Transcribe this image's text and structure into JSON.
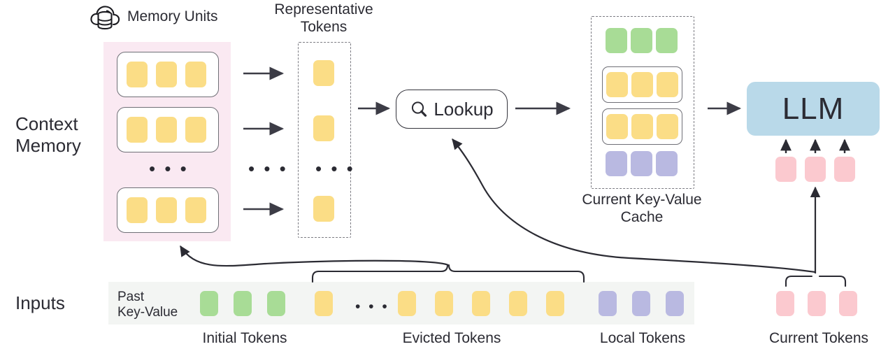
{
  "figure": {
    "title_labels": {
      "memory_units": "Memory Units",
      "representative_tokens": "Representative\nTokens",
      "current_kv_cache": "Current Key-Value\nCache",
      "lookup": "Lookup",
      "llm": "LLM"
    },
    "row_labels": {
      "context_memory": "Context\nMemory",
      "inputs": "Inputs"
    },
    "ellipsis": "• • •",
    "ellipsis_small": "• • •"
  },
  "context_memory": {
    "units": [
      {
        "tokens": [
          "yellow",
          "yellow",
          "yellow"
        ]
      },
      {
        "tokens": [
          "yellow",
          "yellow",
          "yellow"
        ]
      },
      {
        "tokens": [
          "yellow",
          "yellow",
          "yellow"
        ]
      }
    ],
    "unit_count_shown": 3,
    "has_ellipsis_between": true
  },
  "representative_tokens": {
    "tokens": [
      "yellow",
      "yellow",
      "yellow"
    ],
    "has_ellipsis_between": true
  },
  "current_kv_cache": {
    "rows": [
      {
        "kind": "plain",
        "tokens": [
          "green",
          "green",
          "green"
        ]
      },
      {
        "kind": "grouped",
        "tokens": [
          "yellow",
          "yellow",
          "yellow"
        ]
      },
      {
        "kind": "grouped",
        "tokens": [
          "yellow",
          "yellow",
          "yellow"
        ]
      },
      {
        "kind": "plain",
        "tokens": [
          "purple",
          "purple",
          "purple"
        ]
      }
    ]
  },
  "llm_inputs": {
    "tokens": [
      "pink",
      "pink",
      "pink"
    ],
    "arrow_count": 3
  },
  "inputs_row": {
    "past_kv_label": "Past\nKey-Value",
    "sequence": [
      {
        "color": "green",
        "group": "initial"
      },
      {
        "color": "green",
        "group": "initial"
      },
      {
        "color": "green",
        "group": "initial"
      },
      {
        "color": "yellow",
        "group": "evicted"
      },
      {
        "color": "ellipsis",
        "group": "evicted"
      },
      {
        "color": "yellow",
        "group": "evicted"
      },
      {
        "color": "yellow",
        "group": "evicted"
      },
      {
        "color": "yellow",
        "group": "evicted"
      },
      {
        "color": "yellow",
        "group": "evicted"
      },
      {
        "color": "yellow",
        "group": "evicted"
      },
      {
        "color": "purple",
        "group": "local"
      },
      {
        "color": "purple",
        "group": "local"
      },
      {
        "color": "purple",
        "group": "local"
      }
    ],
    "current_tokens": [
      "pink",
      "pink",
      "pink"
    ],
    "group_labels": {
      "initial": "Initial Tokens",
      "evicted": "Evicted Tokens",
      "local": "Local Tokens",
      "current": "Current Tokens"
    }
  },
  "icons": {
    "cloud_database": "cloud-database-icon",
    "magnifier": "search-icon"
  },
  "colors": {
    "yellow_token": "#FBDD86",
    "green_token": "#A8DC96",
    "purple_token": "#B9B9E1",
    "pink_token": "#FBC9CF",
    "llm_blue": "#B9D9E9",
    "memory_pink_pane": "#FAE9F2",
    "inputs_strip": "#F3F5F3",
    "stroke_dark": "#34343C",
    "text": "#2B2B33"
  }
}
